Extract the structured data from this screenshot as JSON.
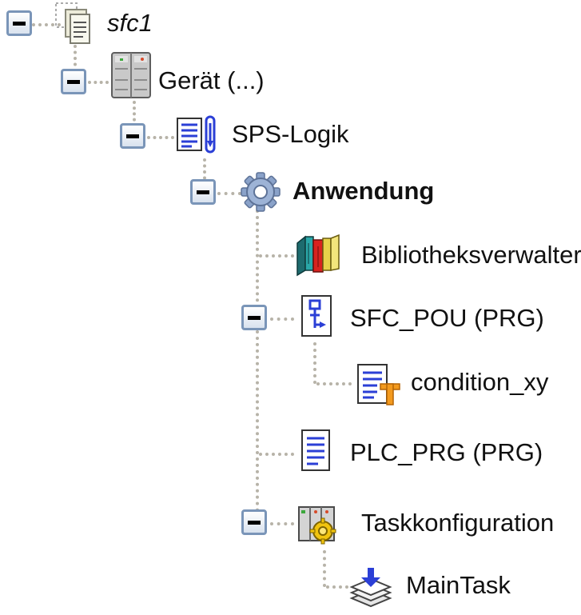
{
  "tree": {
    "nodes": [
      {
        "id": "sfc1",
        "label": "sfc1",
        "icon": "project-icon",
        "expanded": true
      },
      {
        "id": "geraet",
        "label": "Gerät (...)",
        "icon": "device-icon",
        "expanded": true
      },
      {
        "id": "sps_logik",
        "label": "SPS-Logik",
        "icon": "plc-logic-icon",
        "expanded": true
      },
      {
        "id": "anwendung",
        "label": "Anwendung",
        "icon": "application-gear-icon",
        "expanded": true
      },
      {
        "id": "bibliotheksverwalter",
        "label": "Bibliotheksverwalter",
        "icon": "library-books-icon"
      },
      {
        "id": "sfc_pou",
        "label": "SFC_POU (PRG)",
        "icon": "sfc-pou-icon",
        "expanded": true
      },
      {
        "id": "condition_xy",
        "label": "condition_xy",
        "icon": "transition-icon"
      },
      {
        "id": "plc_prg",
        "label": "PLC_PRG (PRG)",
        "icon": "pou-document-icon"
      },
      {
        "id": "taskkonfiguration",
        "label": "Taskkonfiguration",
        "icon": "task-configuration-icon",
        "expanded": true
      },
      {
        "id": "maintask",
        "label": "MainTask",
        "icon": "task-icon"
      }
    ]
  },
  "colors": {
    "connector": "#b7b3a8",
    "toggle_border": "#7a95b8",
    "accent_blue": "#2b3fd6",
    "transition_orange": "#f39a1e"
  }
}
